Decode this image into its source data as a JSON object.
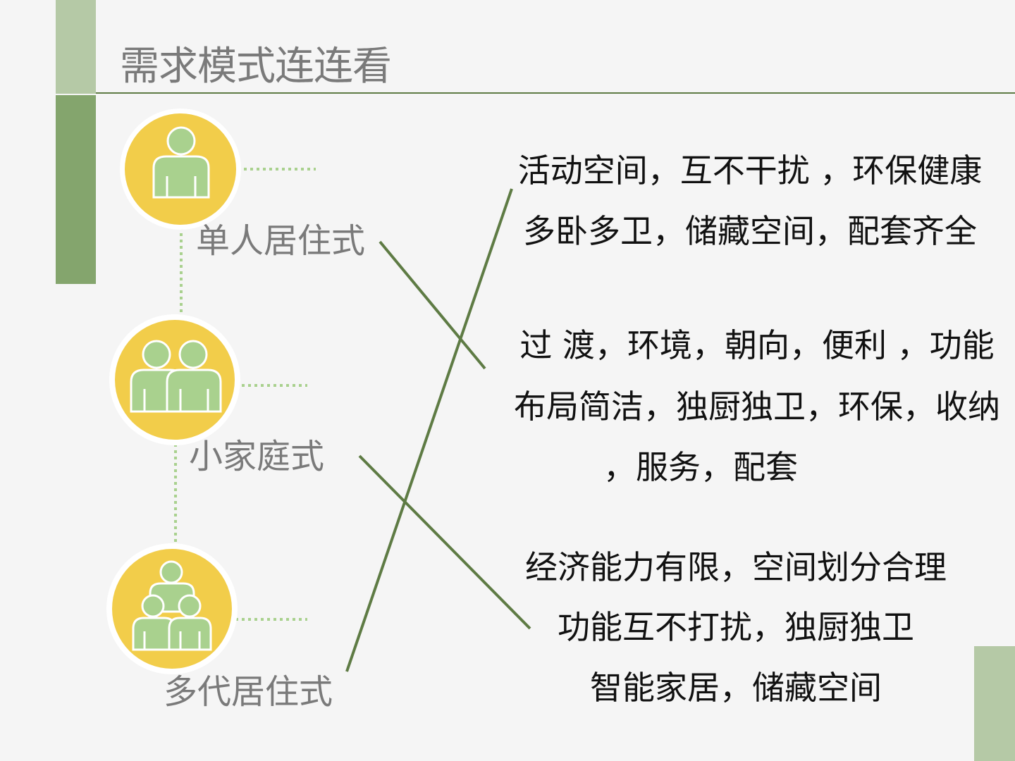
{
  "title": "需求模式连连看",
  "colors": {
    "accent_dark": "#5e7b44",
    "accent_mid": "#84a56d",
    "accent_light": "#b5c9a6",
    "circle_fill": "#f2cd4a",
    "person_fill": "#a9d18e"
  },
  "categories": [
    {
      "label": "单人居住式",
      "icon": "single-person-icon"
    },
    {
      "label": "小家庭式",
      "icon": "two-person-icon"
    },
    {
      "label": "多代居住式",
      "icon": "three-person-icon"
    }
  ],
  "descriptions": [
    {
      "lines": [
        "活动空间，互不干扰 ，环保健康",
        "多卧多卫，储藏空间，配套齐全"
      ]
    },
    {
      "lines": [
        "过 渡，环境，朝向，便利 ，功能",
        "布局简洁，独厨独卫，环保，收纳",
        "，服务，配套"
      ]
    },
    {
      "lines": [
        "经济能力有限，空间划分合理",
        "功能互不打扰，独厨独卫",
        "智能家居，储藏空间"
      ]
    }
  ]
}
